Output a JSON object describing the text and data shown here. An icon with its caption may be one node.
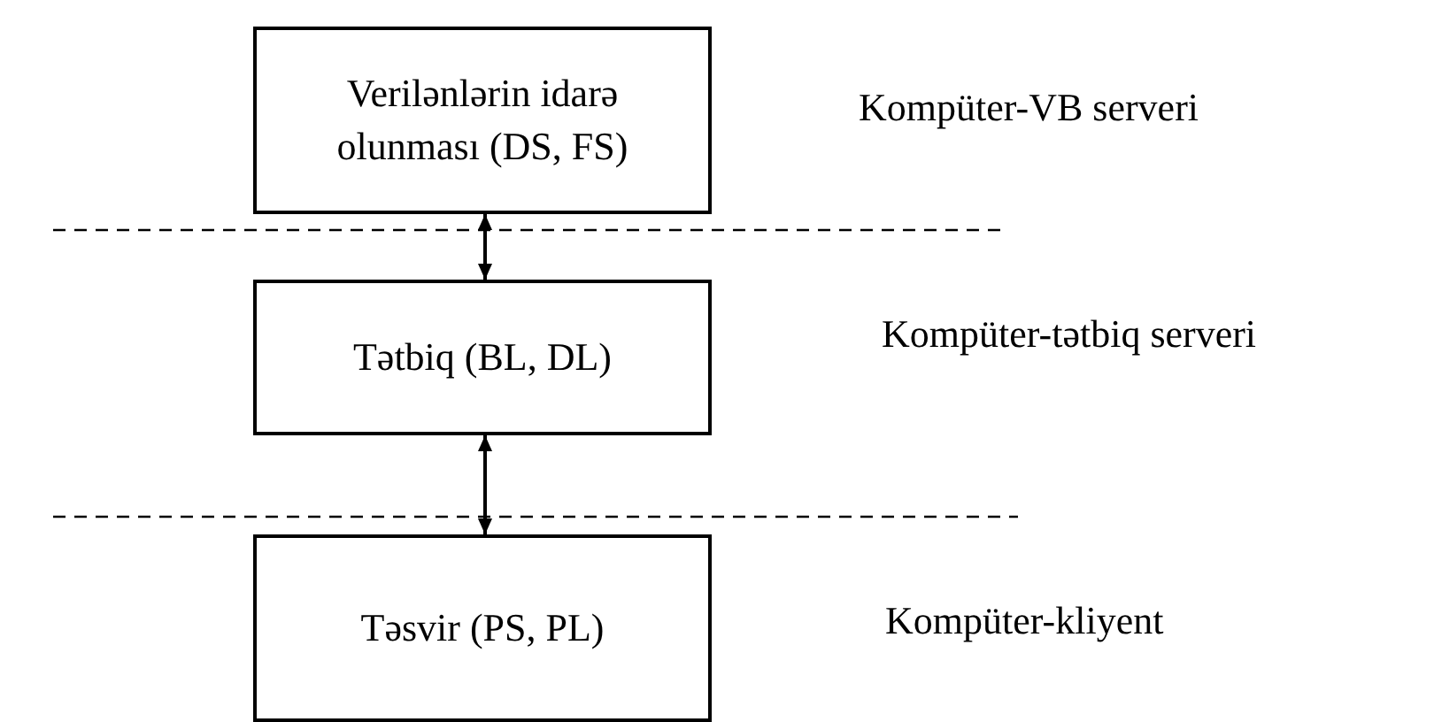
{
  "diagram": {
    "nodes": [
      {
        "text": [
          "Verilənlərin idarə olunması (DS, FS)"
        ]
      },
      {
        "text": [
          "Tətbiq (BL, DL)"
        ]
      },
      {
        "text": [
          "Təsvir (PS, PL)"
        ]
      }
    ],
    "edges": [
      {
        "from": 0,
        "to": 1,
        "arrow": "both"
      },
      {
        "from": 1,
        "to": 2,
        "arrow": "both"
      }
    ],
    "labels": [
      "Kompüter-VB serveri",
      "Kompüter-tətbiq serveri",
      "Kompüter-kliyent"
    ]
  }
}
